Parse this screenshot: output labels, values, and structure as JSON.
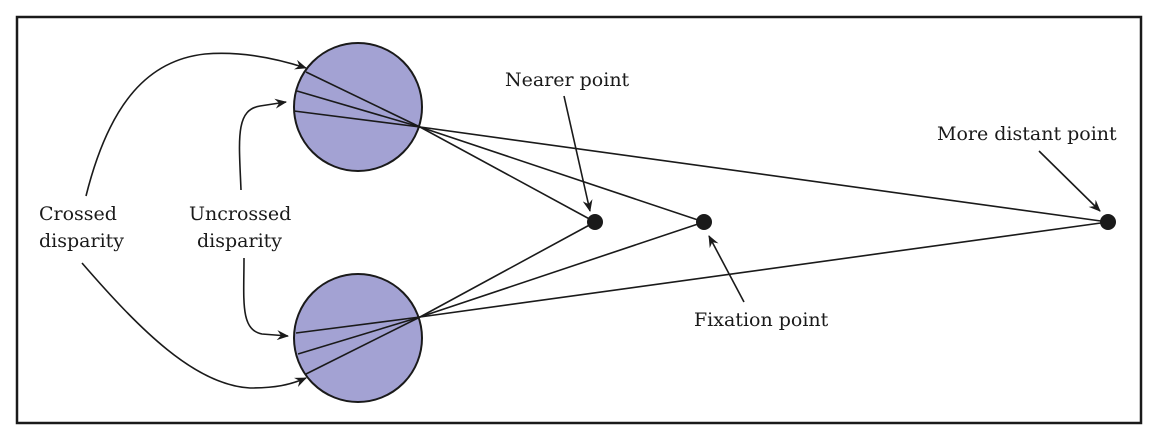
{
  "diagram": {
    "labels": {
      "nearer_point": "Nearer point",
      "more_distant_point": "More distant point",
      "fixation_point": "Fixation point",
      "crossed_line1": "Crossed",
      "crossed_line2": "disparity",
      "uncrossed_line1": "Uncrossed",
      "uncrossed_line2": "disparity"
    },
    "colors": {
      "eye_fill": "#a3a2d3",
      "stroke": "#1a1a1a"
    }
  }
}
